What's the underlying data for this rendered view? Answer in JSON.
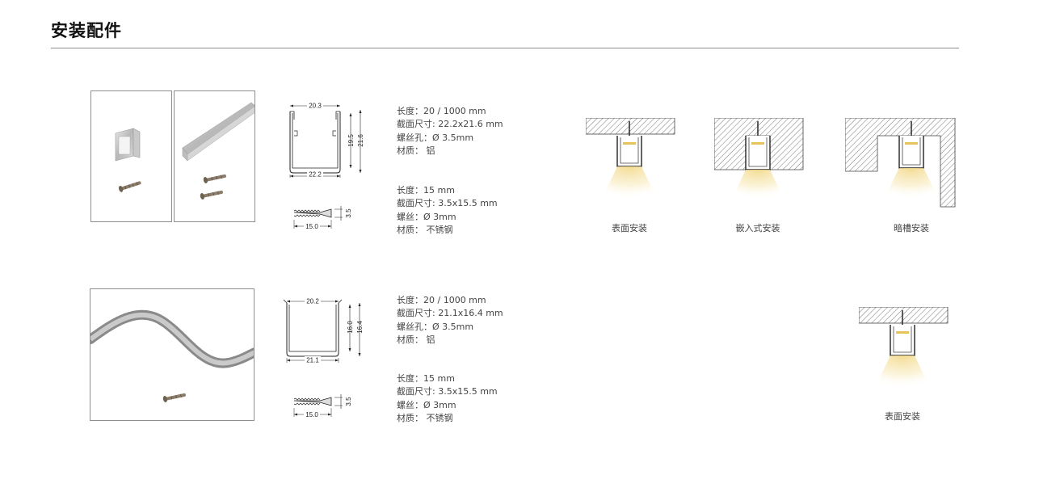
{
  "page": {
    "title": "安装配件"
  },
  "products": [
    {
      "profile": {
        "top_width": "20.3",
        "bottom_width": "22.2",
        "inner_height": "19.5",
        "outer_height": "21.6"
      },
      "screw": {
        "length": "15.0",
        "diameter": "3.5"
      },
      "profile_specs": [
        "长度：20 / 1000 mm",
        "截面尺寸: 22.2x21.6 mm",
        "螺丝孔：Ø 3.5mm",
        "材质：  铝"
      ],
      "screw_specs": [
        "长度：15 mm",
        "截面尺寸: 3.5x15.5 mm",
        "螺丝：Ø 3mm",
        "材质：  不锈钢"
      ],
      "installations": [
        "表面安装",
        "嵌入式安装",
        "暗槽安装"
      ]
    },
    {
      "profile": {
        "top_width": "20.2",
        "bottom_width": "21.1",
        "inner_height": "16.0",
        "outer_height": "16.4"
      },
      "screw": {
        "length": "15.0",
        "diameter": "3.5"
      },
      "profile_specs": [
        "长度：20 / 1000 mm",
        "截面尺寸: 21.1x16.4 mm",
        "螺丝孔：Ø 3.5mm",
        "材质：  铝"
      ],
      "screw_specs": [
        "长度：15 mm",
        "截面尺寸: 3.5x15.5 mm",
        "螺丝：Ø 3mm",
        "材质：  不锈钢"
      ],
      "installations": [
        "表面安装"
      ]
    }
  ]
}
